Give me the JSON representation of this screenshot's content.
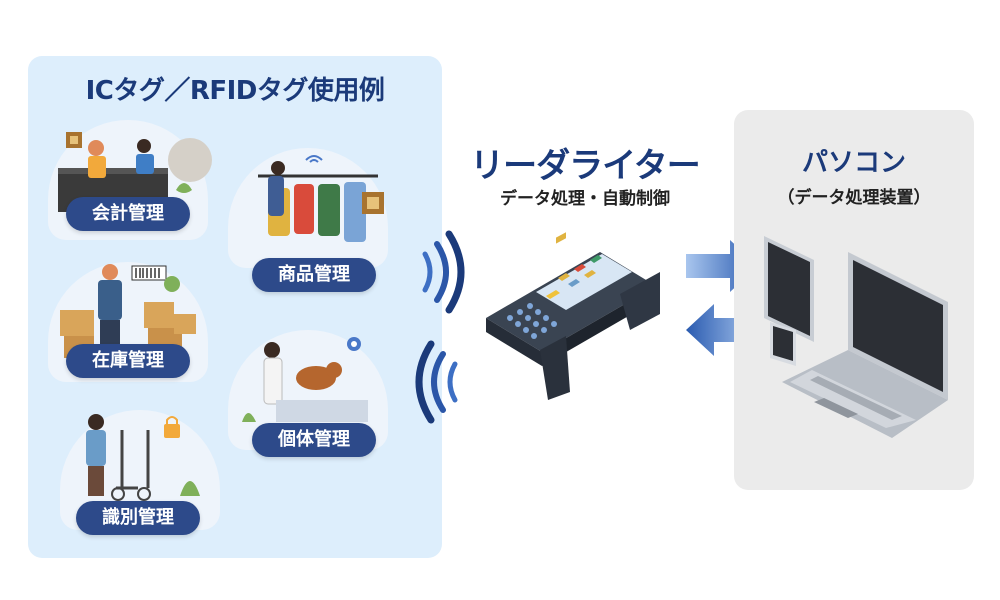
{
  "left_panel": {
    "title": "ICタグ／RFIDタグ使用例",
    "examples": [
      {
        "label": "会計管理"
      },
      {
        "label": "商品管理"
      },
      {
        "label": "在庫管理"
      },
      {
        "label": "個体管理"
      },
      {
        "label": "識別管理"
      }
    ]
  },
  "reader": {
    "title": "リーダライター",
    "subtitle": "データ処理・自動制御"
  },
  "pc": {
    "title": "パソコン",
    "subtitle": "（データ処理装置）"
  },
  "colors": {
    "navy": "#1b3a7a",
    "pill": "#2d4a8a",
    "left_bg": "#ddeefc",
    "right_bg": "#ebebeb",
    "arrow": "#4a78c8"
  }
}
